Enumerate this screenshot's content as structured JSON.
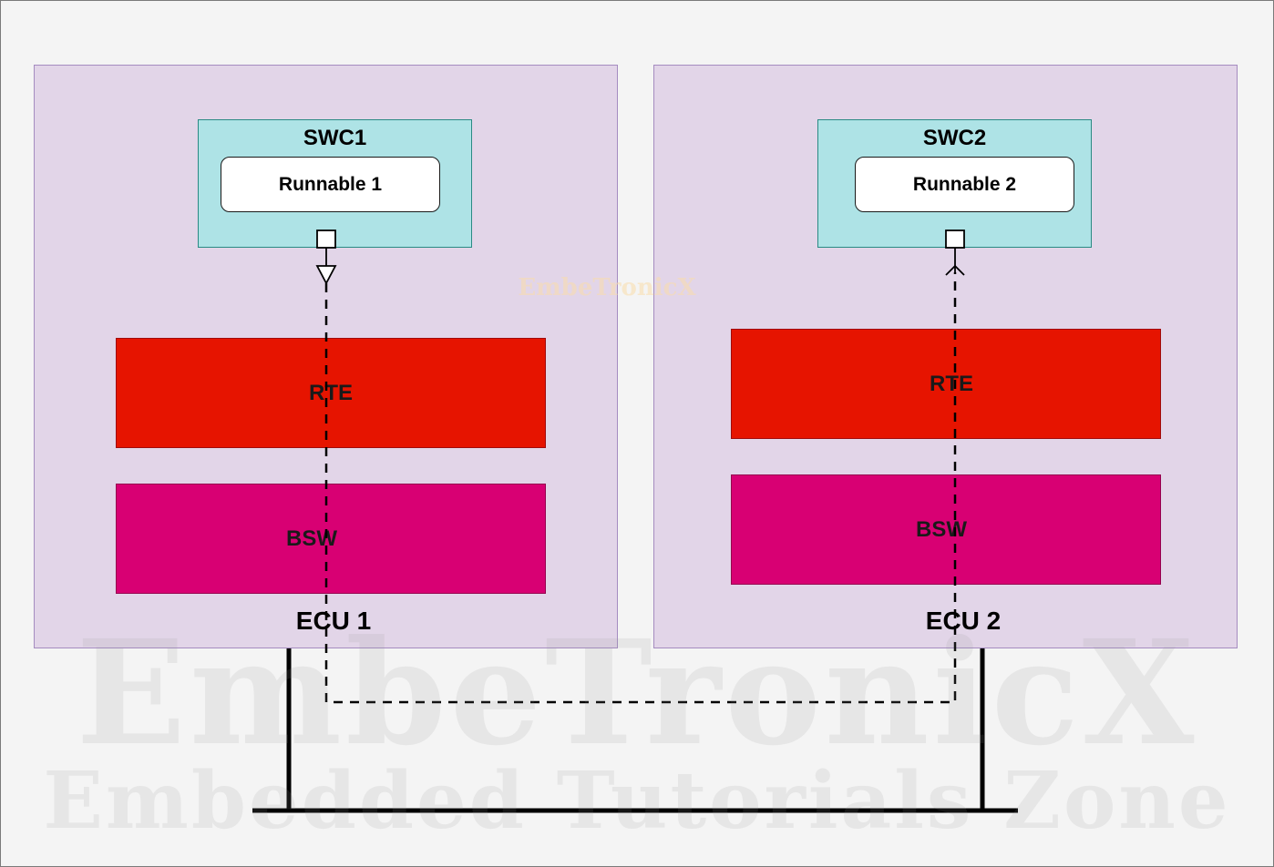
{
  "watermark": {
    "brand": "EmbeTronicX",
    "tagline": "Embedded Tutorials Zone",
    "logo_text": "EmbeTronicX"
  },
  "ecu1": {
    "label": "ECU 1",
    "swc": {
      "title": "SWC1",
      "runnable": "Runnable 1"
    },
    "rte": "RTE",
    "bsw": "BSW"
  },
  "ecu2": {
    "label": "ECU 2",
    "swc": {
      "title": "SWC2",
      "runnable": "Runnable 2"
    },
    "rte": "RTE",
    "bsw": "BSW"
  },
  "colors": {
    "ecu_fill": "#e2d5e8",
    "swc_fill": "#aee3e6",
    "rte_fill": "#e61400",
    "bsw_fill": "#d80073"
  }
}
